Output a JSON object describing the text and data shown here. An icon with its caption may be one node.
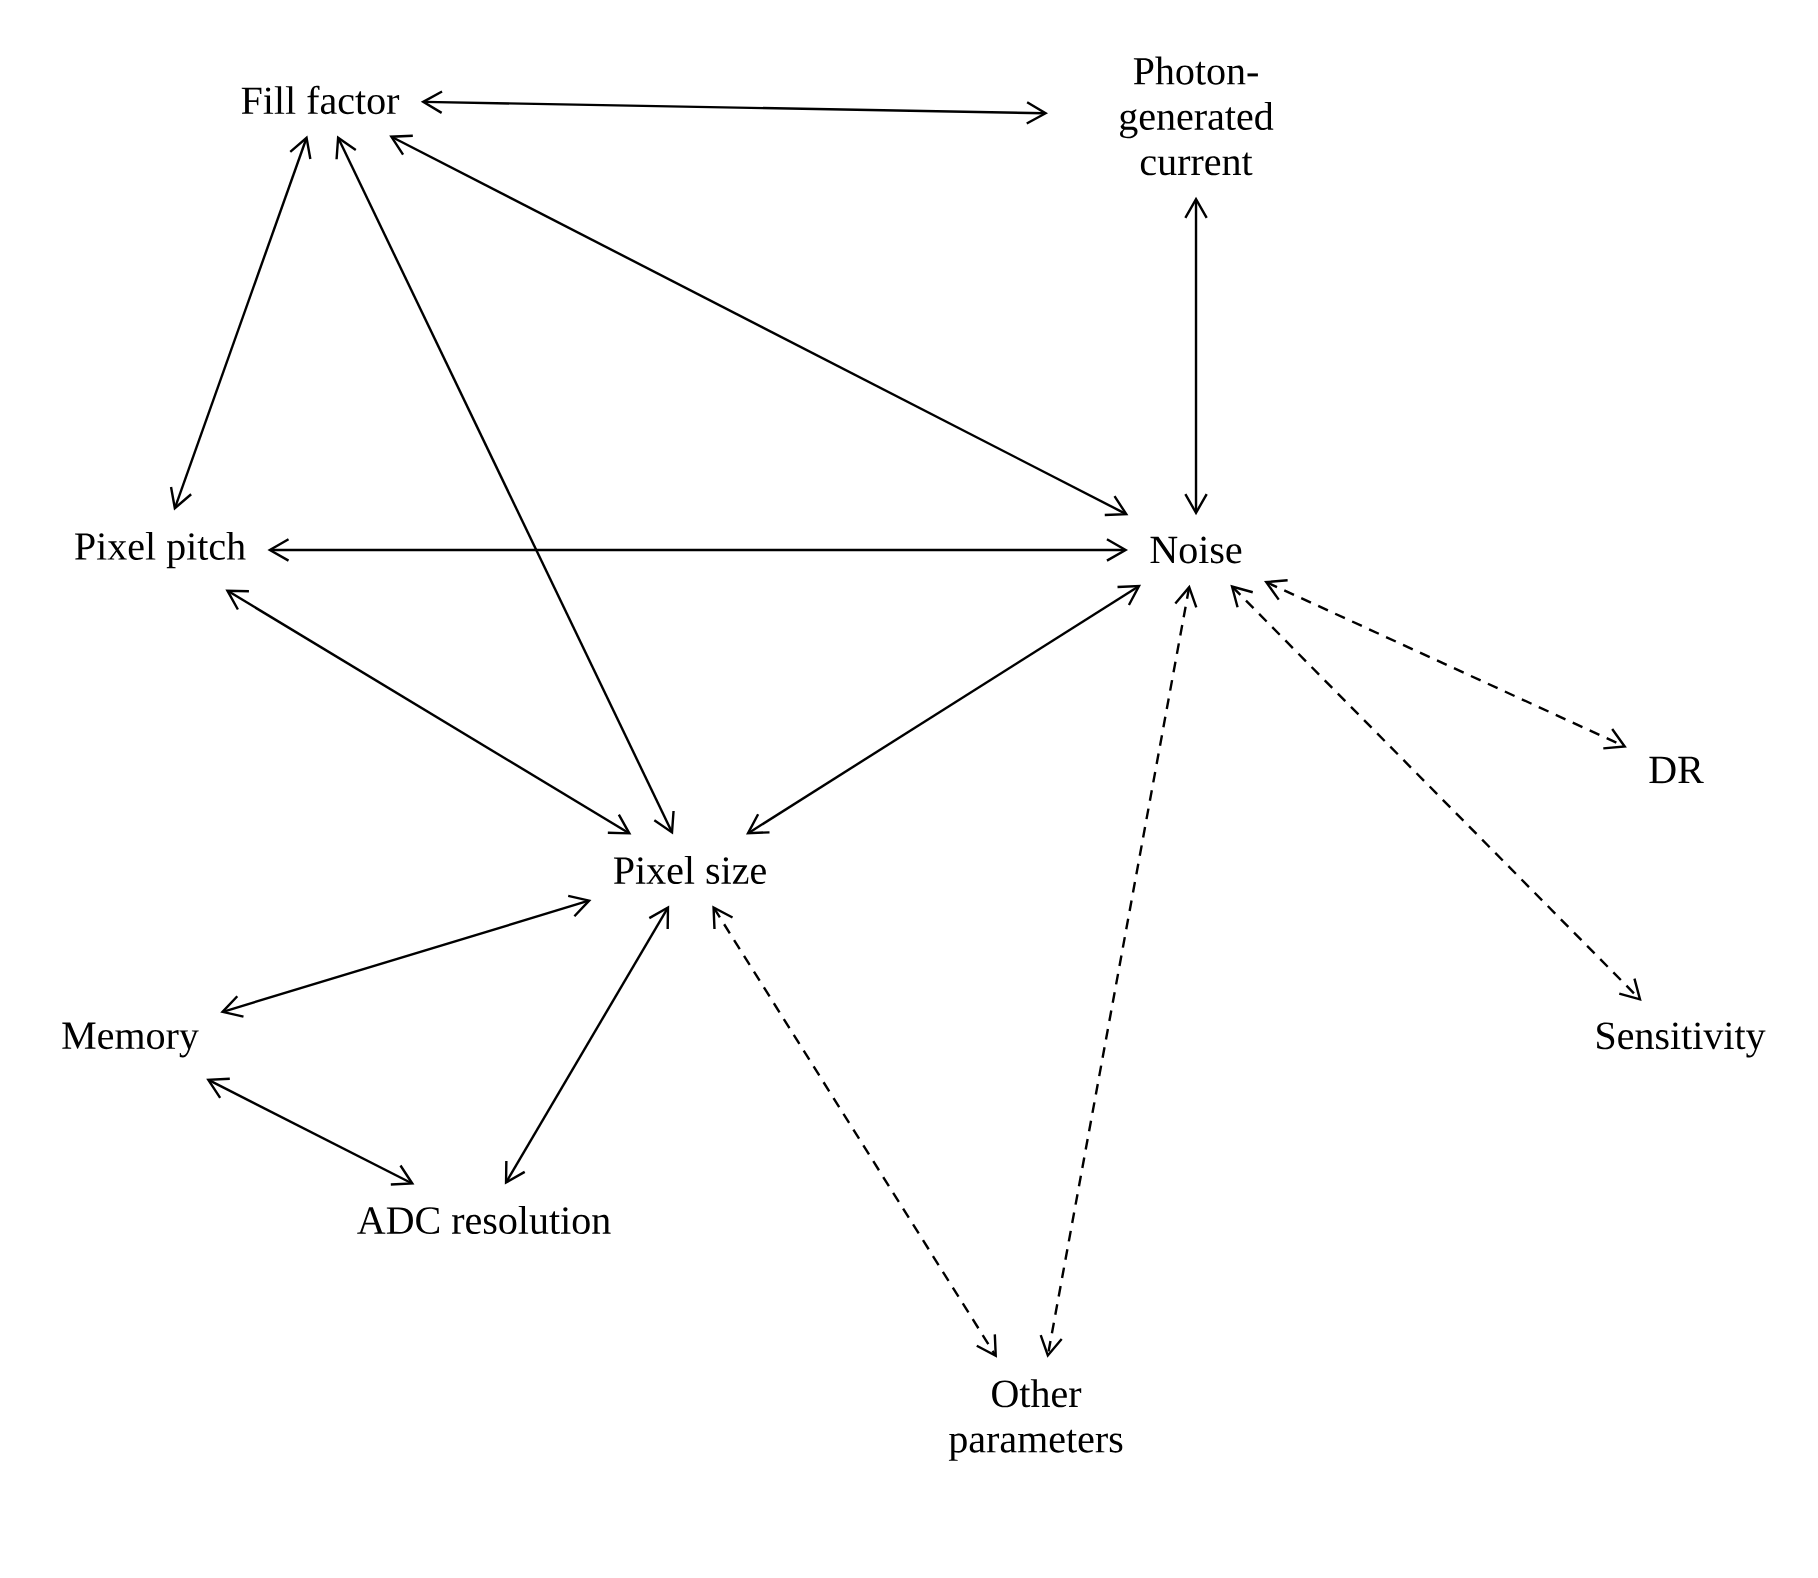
{
  "diagram": {
    "nodes": [
      {
        "text": [
          "Fill factor"
        ]
      },
      {
        "text": [
          "Photon-generated current"
        ]
      },
      {
        "text": [
          "Pixel pitch"
        ]
      },
      {
        "text": [
          "Noise"
        ]
      },
      {
        "text": [
          "DR"
        ]
      },
      {
        "text": [
          "Pixel size"
        ]
      },
      {
        "text": [
          "Memory"
        ]
      },
      {
        "text": [
          "Sensitivity"
        ]
      },
      {
        "text": [
          "ADC resolution"
        ]
      },
      {
        "text": [
          "Other parameters"
        ]
      }
    ],
    "edges": [
      {
        "from": 0,
        "to": 1,
        "arrow": "both"
      },
      {
        "from": 0,
        "to": 2,
        "arrow": "both"
      },
      {
        "from": 0,
        "to": 3,
        "arrow": "both"
      },
      {
        "from": 0,
        "to": 5,
        "arrow": "both"
      },
      {
        "from": 1,
        "to": 3,
        "arrow": "both"
      },
      {
        "from": 2,
        "to": 3,
        "arrow": "both"
      },
      {
        "from": 2,
        "to": 5,
        "arrow": "both"
      },
      {
        "from": 3,
        "to": 5,
        "arrow": "both"
      },
      {
        "from": 3,
        "to": 4,
        "arrow": "both",
        "style": "dashed"
      },
      {
        "from": 3,
        "to": 7,
        "arrow": "both",
        "style": "dashed"
      },
      {
        "from": 3,
        "to": 9,
        "arrow": "both",
        "style": "dashed"
      },
      {
        "from": 5,
        "to": 6,
        "arrow": "both"
      },
      {
        "from": 5,
        "to": 8,
        "arrow": "both"
      },
      {
        "from": 5,
        "to": 9,
        "arrow": "both",
        "style": "dashed"
      },
      {
        "from": 6,
        "to": 8,
        "arrow": "both"
      }
    ]
  }
}
